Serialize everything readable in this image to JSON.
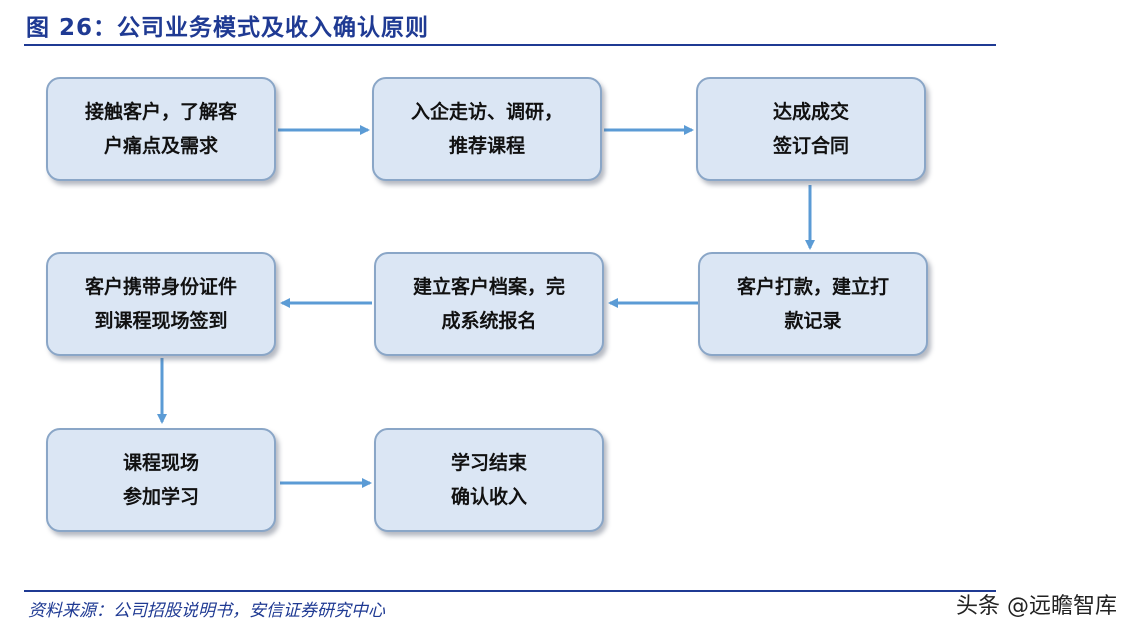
{
  "figure": {
    "title": "图 26：公司业务模式及收入确认原则",
    "source": "资料来源：公司招股说明书，安信证券研究中心",
    "watermark": "头条 @远瞻智库"
  },
  "nodes": [
    {
      "line1": "接触客户，了解客",
      "line2": "户痛点及需求"
    },
    {
      "line1": "入企走访、调研，",
      "line2": "推荐课程"
    },
    {
      "line1": "达成成交",
      "line2": "签订合同"
    },
    {
      "line1": "客户打款，建立打",
      "line2": "款记录"
    },
    {
      "line1": "建立客户档案，完",
      "line2": "成系统报名"
    },
    {
      "line1": "客户携带身份证件",
      "line2": "到课程现场签到"
    },
    {
      "line1": "课程现场",
      "line2": "参加学习"
    },
    {
      "line1": "学习结束",
      "line2": "确认收入"
    }
  ],
  "colors": {
    "accent": "#1f3a93",
    "node_fill": "#dbe6f4",
    "node_border": "#8aa6c7",
    "arrow": "#5b9bd5"
  }
}
